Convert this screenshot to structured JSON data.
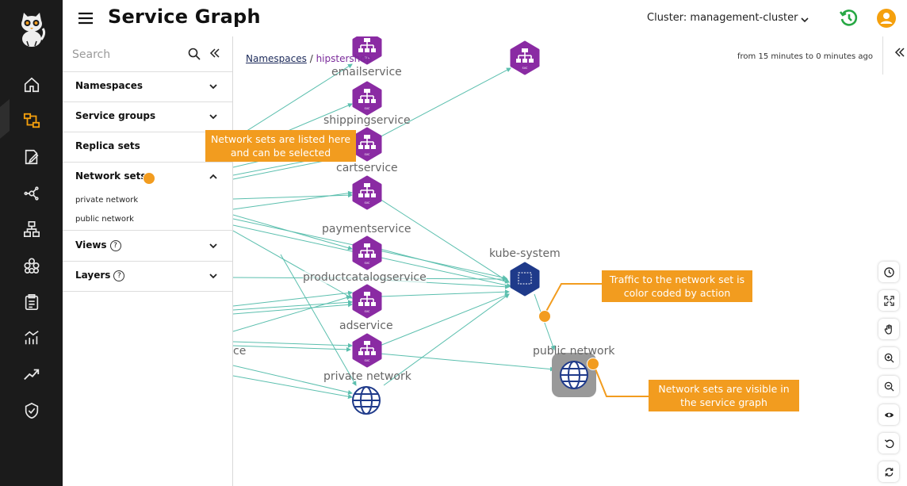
{
  "header": {
    "title": "Service Graph",
    "cluster_label": "Cluster: management-cluster"
  },
  "sidebar_panel": {
    "search_placeholder": "Search",
    "sections": [
      {
        "label": "Namespaces",
        "expanded": false
      },
      {
        "label": "Service groups",
        "expanded": false
      },
      {
        "label": "Replica sets",
        "expanded": false
      },
      {
        "label": "Network sets",
        "expanded": true,
        "items": [
          "private network",
          "public network"
        ]
      },
      {
        "label": "Views",
        "expanded": false,
        "help": "?"
      },
      {
        "label": "Layers",
        "expanded": false,
        "help": "?"
      }
    ]
  },
  "graph": {
    "breadcrumb": {
      "root": "Namespaces",
      "separator": "/",
      "current": "hipstershop"
    },
    "time_range": "from 15 minutes to 0 minutes ago",
    "node_labels": {
      "emailservice": "emailservice",
      "shippingservice": "shippingservice",
      "cartservice": "cartservice",
      "paymentservice": "paymentservice",
      "productcatalogservice": "productcatalogservice",
      "adservice": "adservice",
      "private_network": "private network",
      "kube_system": "kube-system",
      "public_network": "public network",
      "partial_left": "ce"
    },
    "node_badge": "svc"
  },
  "callouts": {
    "network_sets_listed": "Network sets are listed here and can be selected",
    "traffic_color": "Traffic to the network set is color coded by action",
    "visible_in_graph": "Network sets are visible in the service graph"
  },
  "colors": {
    "rail_bg": "#1b1b1b",
    "service_node": "#8a2ba3",
    "namespace_node": "#1f3a8a",
    "edge": "#5bbfae",
    "callout": "#f29c1f",
    "history_green": "#27a844",
    "user_orange": "#f5a00d"
  },
  "icons": {
    "rail": [
      "home-icon",
      "service-graph-icon",
      "policy-icon",
      "endpoints-icon",
      "network-icon",
      "clusters-icon",
      "compliance-icon",
      "dashboard-icon",
      "activity-icon",
      "security-icon"
    ],
    "tools": [
      "clock-icon",
      "fit-screen-icon",
      "hand-icon",
      "zoom-in-icon",
      "zoom-out-icon",
      "eye-icon",
      "undo-icon",
      "refresh-icon"
    ]
  }
}
